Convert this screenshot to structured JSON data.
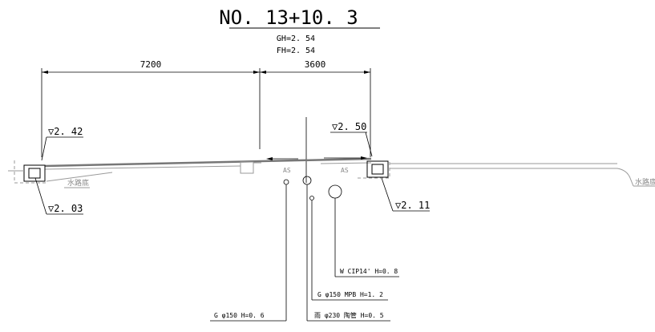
{
  "title": "NO. 13+10. 3",
  "gh": "GH=2. 54",
  "fh": "FH=2. 54",
  "dimensions": {
    "left": "7200",
    "right": "3600"
  },
  "levels": {
    "left_top": "▽2. 42",
    "left_bottom": "▽2. 03",
    "right_top": "▽2. 50",
    "right_bottom": "▽2. 11"
  },
  "pavement": {
    "left": "AS",
    "right": "AS"
  },
  "waterways": {
    "left": "水路底",
    "right": "水路底"
  },
  "utilities": {
    "water": "W CIP14' H=0. 8",
    "gas_mpb": "G φ150 MPB H=1. 2",
    "rain": "雨 φ230 陶管 H=0. 5",
    "gas": "G φ150 H=0. 6"
  },
  "colors": {
    "line": "#000000",
    "gray": "#9a9a9a"
  }
}
